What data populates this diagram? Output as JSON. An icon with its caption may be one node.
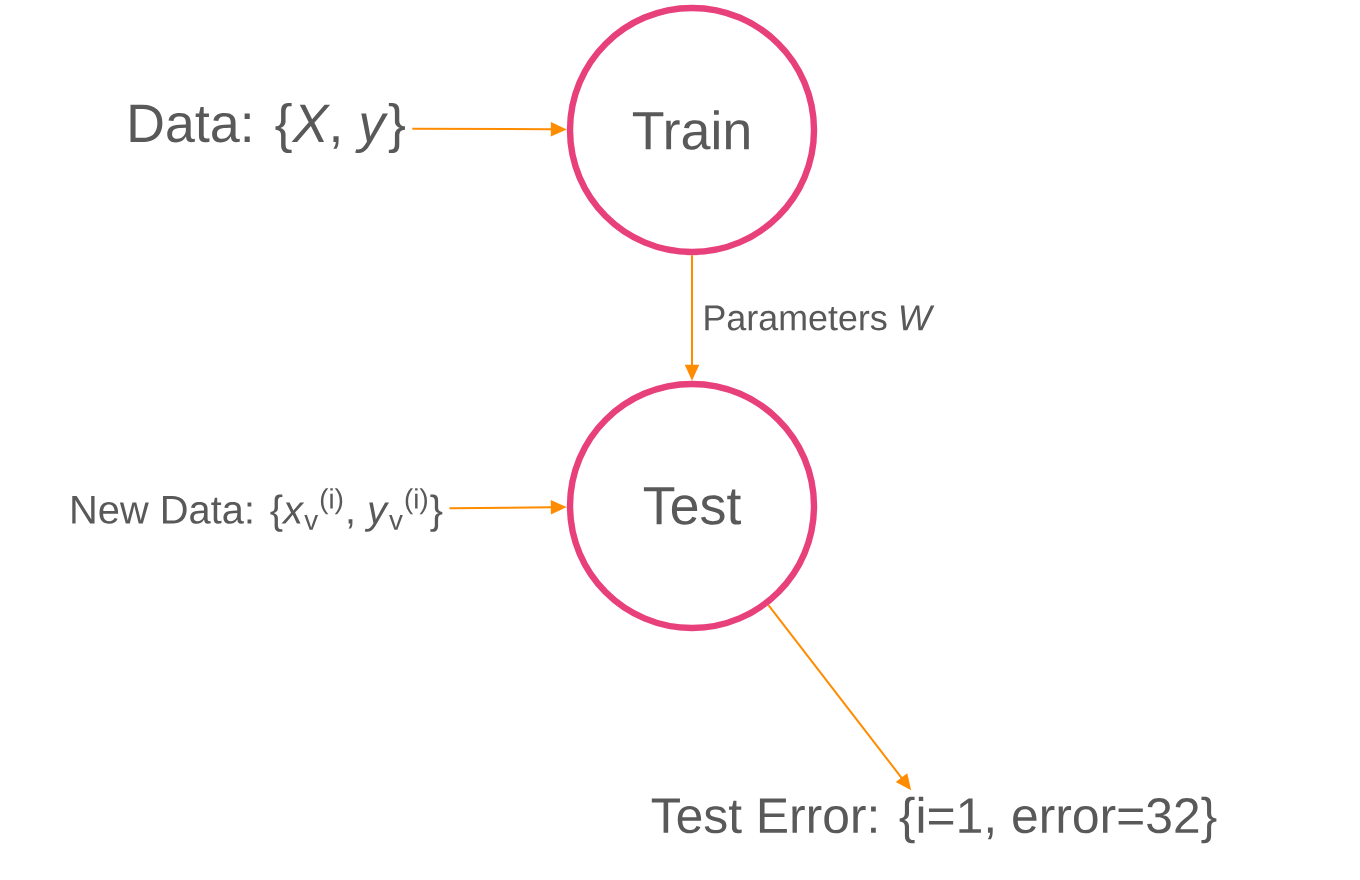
{
  "diagram": {
    "nodes": [
      {
        "text": [
          "Data: {*X*, *y*}"
        ]
      },
      {
        "text": [
          "Train"
        ]
      },
      {
        "text": [
          "New Data: {*x*$_{v}$$^{(i)}$, *y*$_{v}$$^{(i)}$}"
        ]
      },
      {
        "text": [
          "Test"
        ]
      },
      {
        "text": [
          "Test Error: {i=1, error=32}"
        ]
      }
    ],
    "edges": [
      {
        "from": 0,
        "to": 1,
        "arrow": "to"
      },
      {
        "from": 1,
        "to": 3,
        "arrow": "to",
        "label": "Parameters *W*"
      },
      {
        "from": 2,
        "to": 3,
        "arrow": "to"
      },
      {
        "from": 3,
        "to": 4,
        "arrow": "to"
      }
    ]
  }
}
